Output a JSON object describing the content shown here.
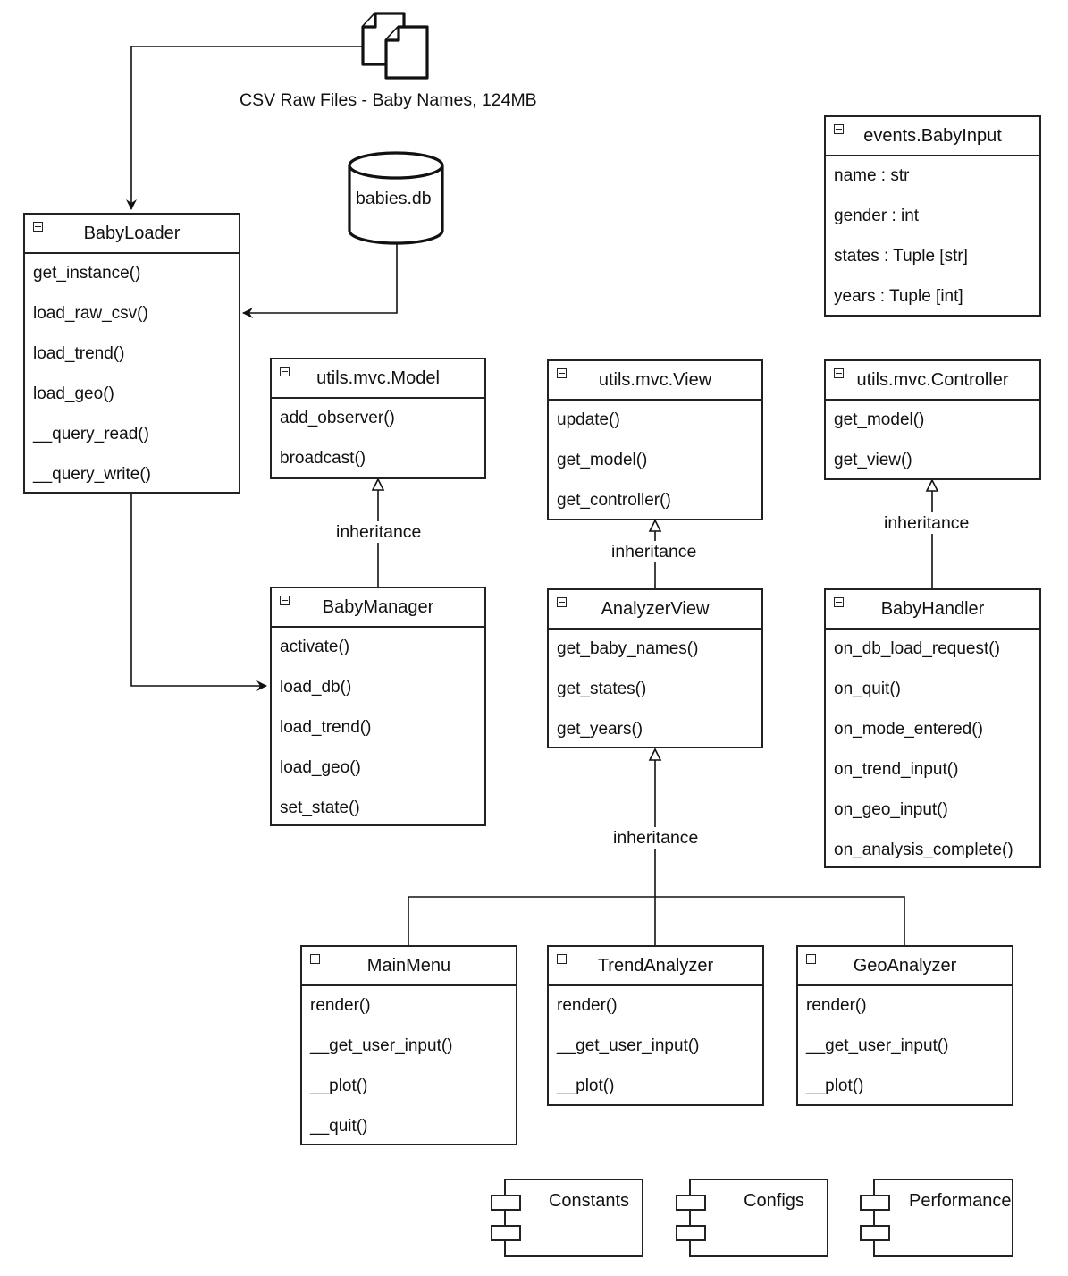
{
  "csv_source": {
    "caption": "CSV Raw Files - Baby Names, 124MB",
    "icon": "document-files-icon"
  },
  "database": {
    "label": "babies.db",
    "icon": "cylinder-database-icon"
  },
  "classes": {
    "baby_loader": {
      "name": "BabyLoader",
      "members": [
        "get_instance()",
        "load_raw_csv()",
        "load_trend()",
        "load_geo()",
        "__query_read()",
        "__query_write()"
      ]
    },
    "events_baby_input": {
      "name": "events.BabyInput",
      "members": [
        "name : str",
        "gender : int",
        "states : Tuple [str]",
        "years :  Tuple [int]"
      ]
    },
    "mvc_model": {
      "name": "utils.mvc.Model",
      "members": [
        "add_observer()",
        "broadcast()"
      ]
    },
    "mvc_view": {
      "name": "utils.mvc.View",
      "members": [
        "update()",
        "get_model()",
        "get_controller()"
      ]
    },
    "mvc_controller": {
      "name": "utils.mvc.Controller",
      "members": [
        "get_model()",
        "get_view()"
      ]
    },
    "baby_manager": {
      "name": "BabyManager",
      "members": [
        "activate()",
        "load_db()",
        "load_trend()",
        "load_geo()",
        "set_state()"
      ]
    },
    "analyzer_view": {
      "name": "AnalyzerView",
      "members": [
        "get_baby_names()",
        "get_states()",
        "get_years()"
      ]
    },
    "baby_handler": {
      "name": "BabyHandler",
      "members": [
        "on_db_load_request()",
        "on_quit()",
        "on_mode_entered()",
        "on_trend_input()",
        "on_geo_input()",
        "on_analysis_complete()"
      ]
    },
    "main_menu": {
      "name": "MainMenu",
      "members": [
        "render()",
        "__get_user_input()",
        "__plot()",
        "__quit()"
      ]
    },
    "trend_analyzer": {
      "name": "TrendAnalyzer",
      "members": [
        "render()",
        "__get_user_input()",
        "__plot()"
      ]
    },
    "geo_analyzer": {
      "name": "GeoAnalyzer",
      "members": [
        "render()",
        "__get_user_input()",
        "__plot()"
      ]
    }
  },
  "relations": {
    "model_inheritance": "inheritance",
    "view_inheritance": "inheritance",
    "controller_inheritance": "inheritance",
    "analyzer_inheritance": "inheritance"
  },
  "components": {
    "constants": "Constants",
    "configs": "Configs",
    "performance": "Performance"
  }
}
